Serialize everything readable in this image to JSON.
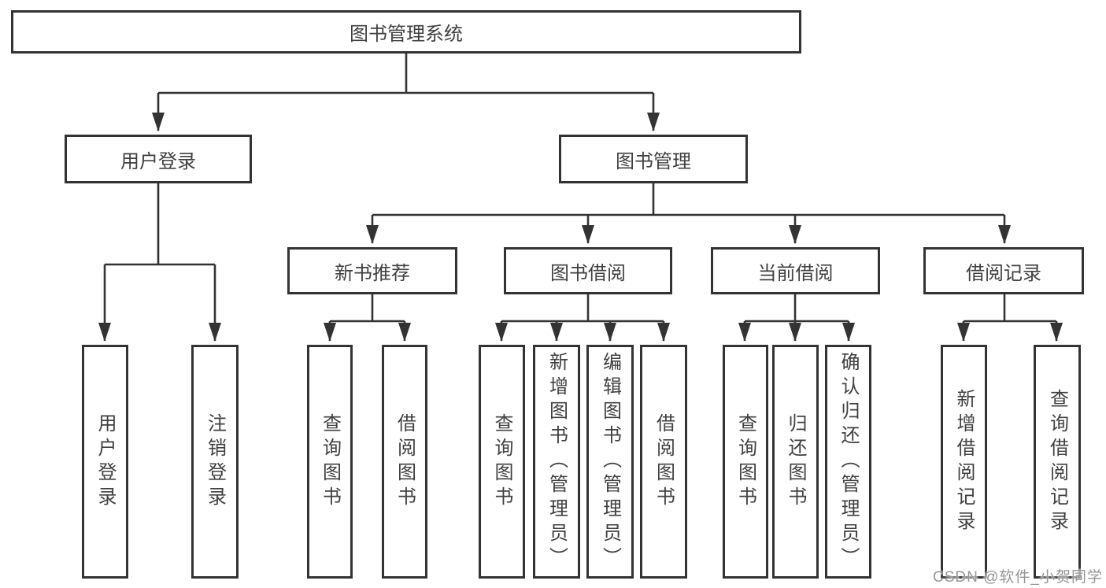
{
  "tree": {
    "root": {
      "label": "图书管理系统"
    },
    "branches": [
      {
        "label": "用户登录",
        "children": [
          {
            "label": "用户登录"
          },
          {
            "label": "注销登录"
          }
        ]
      },
      {
        "label": "图书管理",
        "children": [
          {
            "label": "新书推荐",
            "children": [
              {
                "label": "查询图书"
              },
              {
                "label": "借阅图书"
              }
            ]
          },
          {
            "label": "图书借阅",
            "children": [
              {
                "label": "查询图书"
              },
              {
                "label": "新增图书（管理员）"
              },
              {
                "label": "编辑图书（管理员）"
              },
              {
                "label": "借阅图书"
              }
            ]
          },
          {
            "label": "当前借阅",
            "children": [
              {
                "label": "查询图书"
              },
              {
                "label": "归还图书"
              },
              {
                "label": "确认归还（管理员）"
              }
            ]
          },
          {
            "label": "借阅记录",
            "children": [
              {
                "label": "新增借阅记录"
              },
              {
                "label": "查询借阅记录"
              }
            ]
          }
        ]
      }
    ]
  },
  "watermark": {
    "text": "CSDN @软件_小贺同学"
  },
  "colors": {
    "line": "#333333",
    "border": "#333333",
    "text": "#404040",
    "background": "#ffffff",
    "watermark": "#969696"
  }
}
